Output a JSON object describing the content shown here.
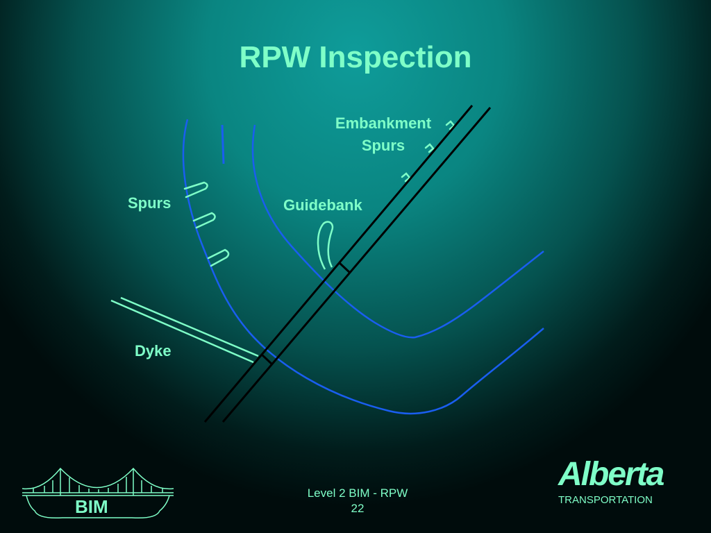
{
  "slide": {
    "title": "RPW Inspection",
    "labels": {
      "embankment_line1": "Embankment",
      "embankment_line2": "Spurs",
      "spurs": "Spurs",
      "guidebank": "Guidebank",
      "dyke": "Dyke"
    },
    "footer": {
      "course": "Level 2 BIM - RPW",
      "page_number": "22"
    },
    "logos": {
      "bim_text": "BIM",
      "alberta_text": "Alberta",
      "alberta_subtext": "TRANSPORTATION"
    }
  },
  "colors": {
    "accent": "#7fffc8",
    "river": "#1a5ef0",
    "road": "#000000"
  }
}
